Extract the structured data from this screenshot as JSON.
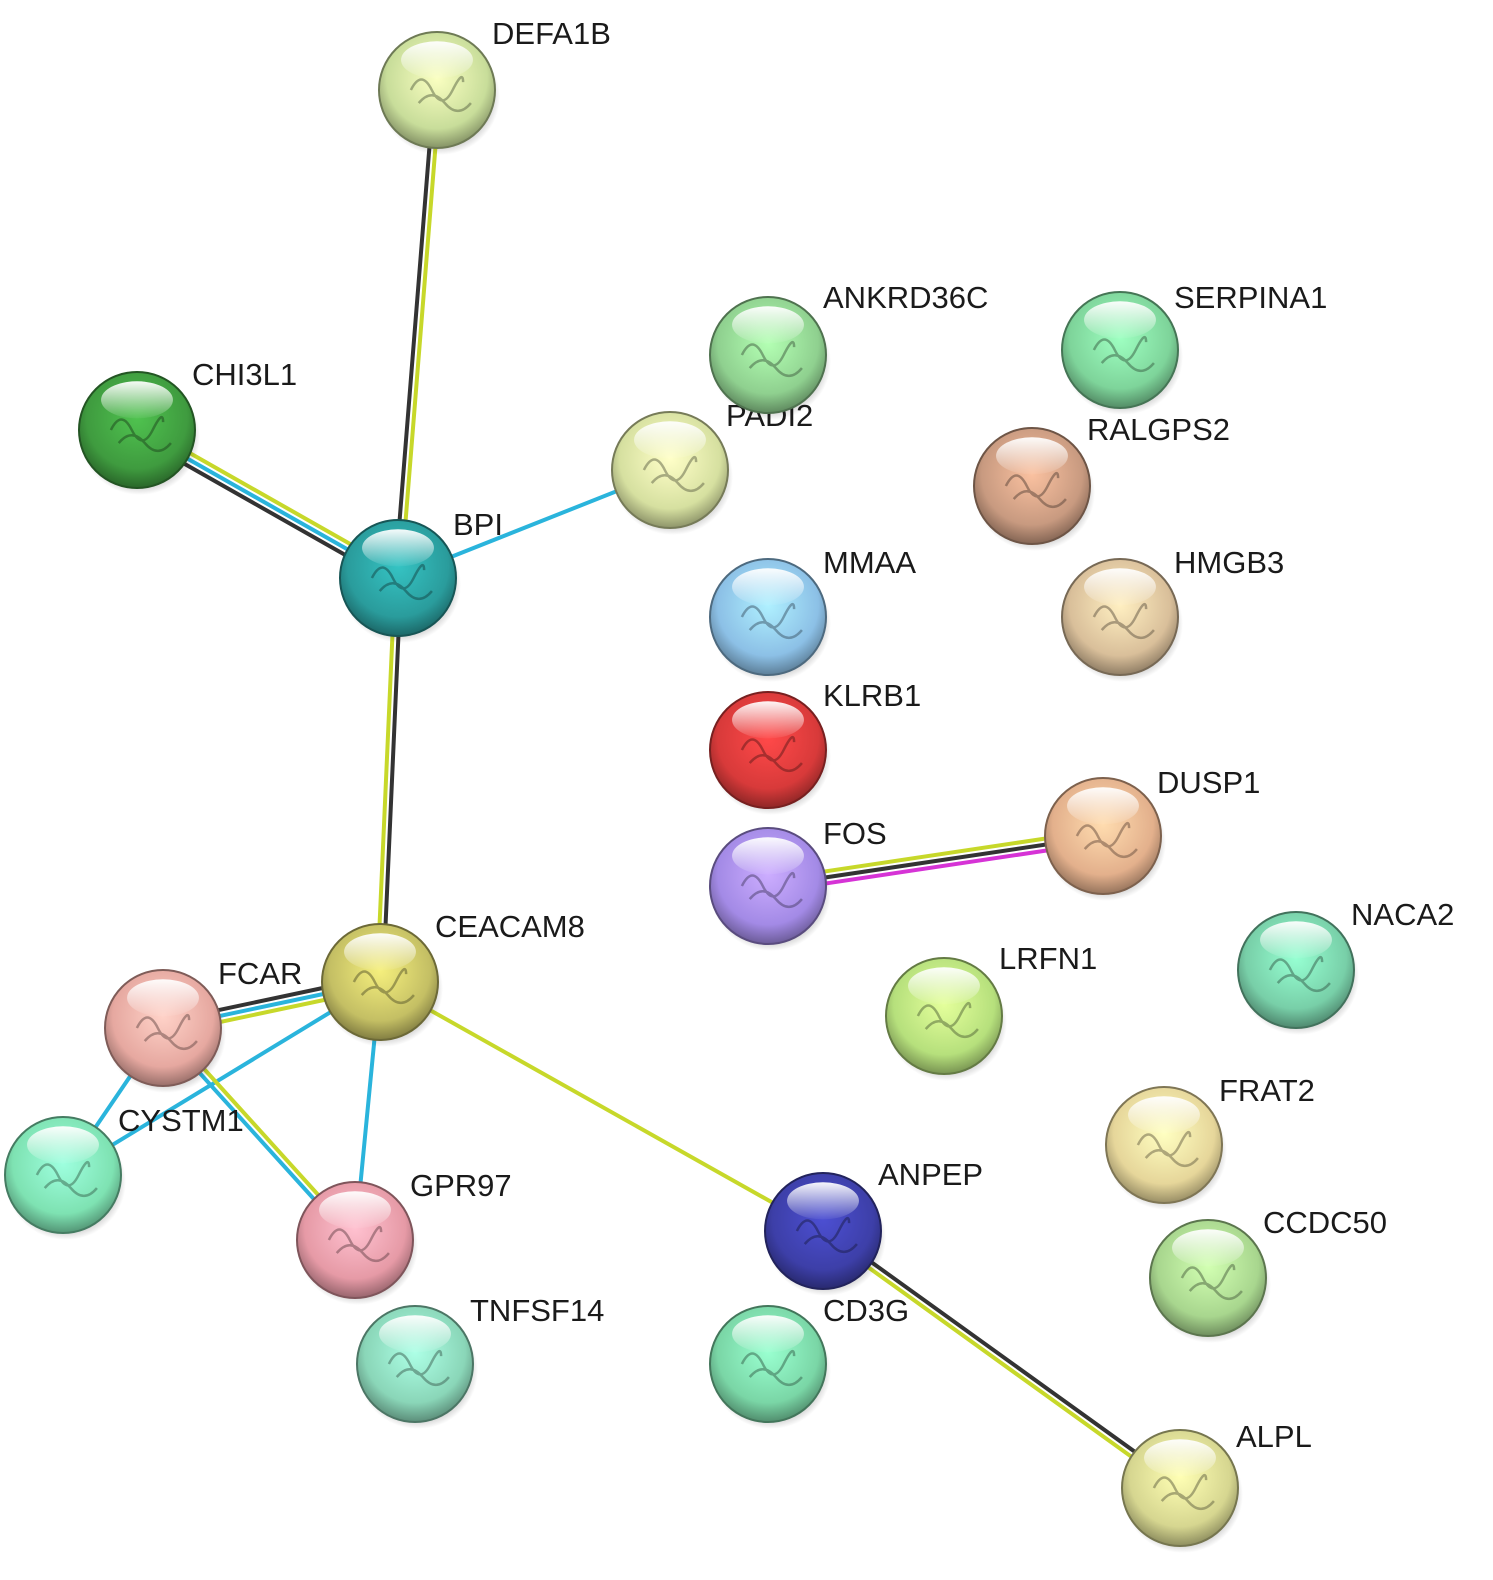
{
  "edge_colors": {
    "textmining": "#c7d82a",
    "coexpression": "#333333",
    "database": "#2ab4dc",
    "experiment": "#d633d6"
  },
  "nodes": [
    {
      "id": "DEFA1B",
      "label": "DEFA1B",
      "color": "#c8dd9a",
      "icon": "protein-structure"
    },
    {
      "id": "CHI3L1",
      "label": "CHI3L1",
      "color": "#3f9b3f",
      "icon": "protein-structure"
    },
    {
      "id": "BPI",
      "label": "BPI",
      "color": "#2a9c9c",
      "icon": "protein-structure"
    },
    {
      "id": "PADI2",
      "label": "PADI2",
      "color": "#d6e0a0",
      "icon": "protein-structure"
    },
    {
      "id": "ANKRD36C",
      "label": "ANKRD36C",
      "color": "#8fd08f",
      "icon": "protein-structure"
    },
    {
      "id": "SERPINA1",
      "label": "SERPINA1",
      "color": "#7ed49a",
      "icon": "protein-structure"
    },
    {
      "id": "RALGPS2",
      "label": "RALGPS2",
      "color": "#c89a80",
      "icon": "protein-structure"
    },
    {
      "id": "MMAA",
      "label": "MMAA",
      "color": "#8cc0e6",
      "icon": "protein-structure"
    },
    {
      "id": "HMGB3",
      "label": "HMGB3",
      "color": "#d9bf9a",
      "icon": "protein-structure"
    },
    {
      "id": "KLRB1",
      "label": "KLRB1",
      "color": "#d83a3a",
      "icon": "protein-structure"
    },
    {
      "id": "DUSP1",
      "label": "DUSP1",
      "color": "#e3b08c",
      "icon": "protein-structure"
    },
    {
      "id": "FOS",
      "label": "FOS",
      "color": "#a38ae6",
      "icon": "protein-structure"
    },
    {
      "id": "NACA2",
      "label": "NACA2",
      "color": "#78cfa8",
      "icon": "protein-structure"
    },
    {
      "id": "CEACAM8",
      "label": "CEACAM8",
      "color": "#c4bf64",
      "icon": "protein-structure"
    },
    {
      "id": "FCAR",
      "label": "FCAR",
      "color": "#e6a8a0",
      "icon": "protein-structure"
    },
    {
      "id": "LRFN1",
      "label": "LRFN1",
      "color": "#b6e07c",
      "icon": "protein-structure"
    },
    {
      "id": "FRAT2",
      "label": "FRAT2",
      "color": "#e6d69a",
      "icon": "protein-structure"
    },
    {
      "id": "CYSTM1",
      "label": "CYSTM1",
      "color": "#7ee2b2",
      "icon": "protein-structure"
    },
    {
      "id": "ANPEP",
      "label": "ANPEP",
      "color": "#3d3fa8",
      "icon": "protein-structure"
    },
    {
      "id": "GPR97",
      "label": "GPR97",
      "color": "#e69aa6",
      "icon": "protein-structure"
    },
    {
      "id": "CCDC50",
      "label": "CCDC50",
      "color": "#a8d68e",
      "icon": "protein-structure"
    },
    {
      "id": "TNFSF14",
      "label": "TNFSF14",
      "color": "#8ad6b8",
      "icon": "protein-structure"
    },
    {
      "id": "CD3G",
      "label": "CD3G",
      "color": "#7ad6a6",
      "icon": "protein-structure"
    },
    {
      "id": "ALPL",
      "label": "ALPL",
      "color": "#d6d690",
      "icon": "protein-structure"
    }
  ],
  "edges": [
    {
      "source": "BPI",
      "target": "DEFA1B",
      "types": [
        "coexpression",
        "textmining"
      ]
    },
    {
      "source": "BPI",
      "target": "CHI3L1",
      "types": [
        "coexpression",
        "database",
        "textmining"
      ]
    },
    {
      "source": "BPI",
      "target": "PADI2",
      "types": [
        "database"
      ]
    },
    {
      "source": "BPI",
      "target": "CEACAM8",
      "types": [
        "coexpression",
        "textmining"
      ]
    },
    {
      "source": "FOS",
      "target": "DUSP1",
      "types": [
        "textmining",
        "coexpression",
        "experiment"
      ]
    },
    {
      "source": "CEACAM8",
      "target": "FCAR",
      "types": [
        "textmining",
        "database",
        "coexpression"
      ]
    },
    {
      "source": "CEACAM8",
      "target": "CYSTM1",
      "types": [
        "database"
      ]
    },
    {
      "source": "CEACAM8",
      "target": "GPR97",
      "types": [
        "database"
      ]
    },
    {
      "source": "CEACAM8",
      "target": "ANPEP",
      "types": [
        "textmining"
      ]
    },
    {
      "source": "FCAR",
      "target": "CYSTM1",
      "types": [
        "database"
      ]
    },
    {
      "source": "FCAR",
      "target": "GPR97",
      "types": [
        "textmining",
        "database"
      ]
    },
    {
      "source": "ANPEP",
      "target": "ALPL",
      "types": [
        "coexpression",
        "textmining"
      ]
    }
  ]
}
